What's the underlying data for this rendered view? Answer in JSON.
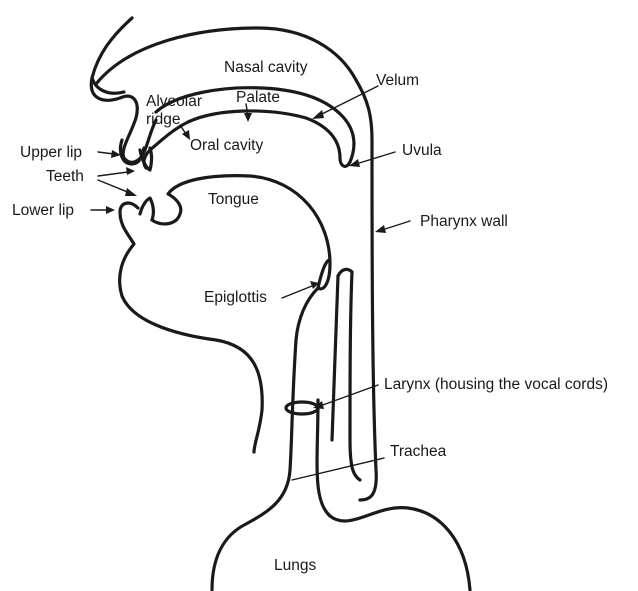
{
  "labels": {
    "nasal_cavity": "Nasal cavity",
    "velum": "Velum",
    "alveolar": "Alveolar",
    "ridge": "ridge",
    "palate": "Palate",
    "upper_lip": "Upper lip",
    "oral_cavity": "Oral cavity",
    "uvula": "Uvula",
    "teeth": "Teeth",
    "tongue": "Tongue",
    "lower_lip": "Lower lip",
    "pharynx_wall": "Pharynx wall",
    "epiglottis": "Epiglottis",
    "larynx": "Larynx (housing the vocal cords)",
    "trachea": "Trachea",
    "lungs": "Lungs"
  }
}
